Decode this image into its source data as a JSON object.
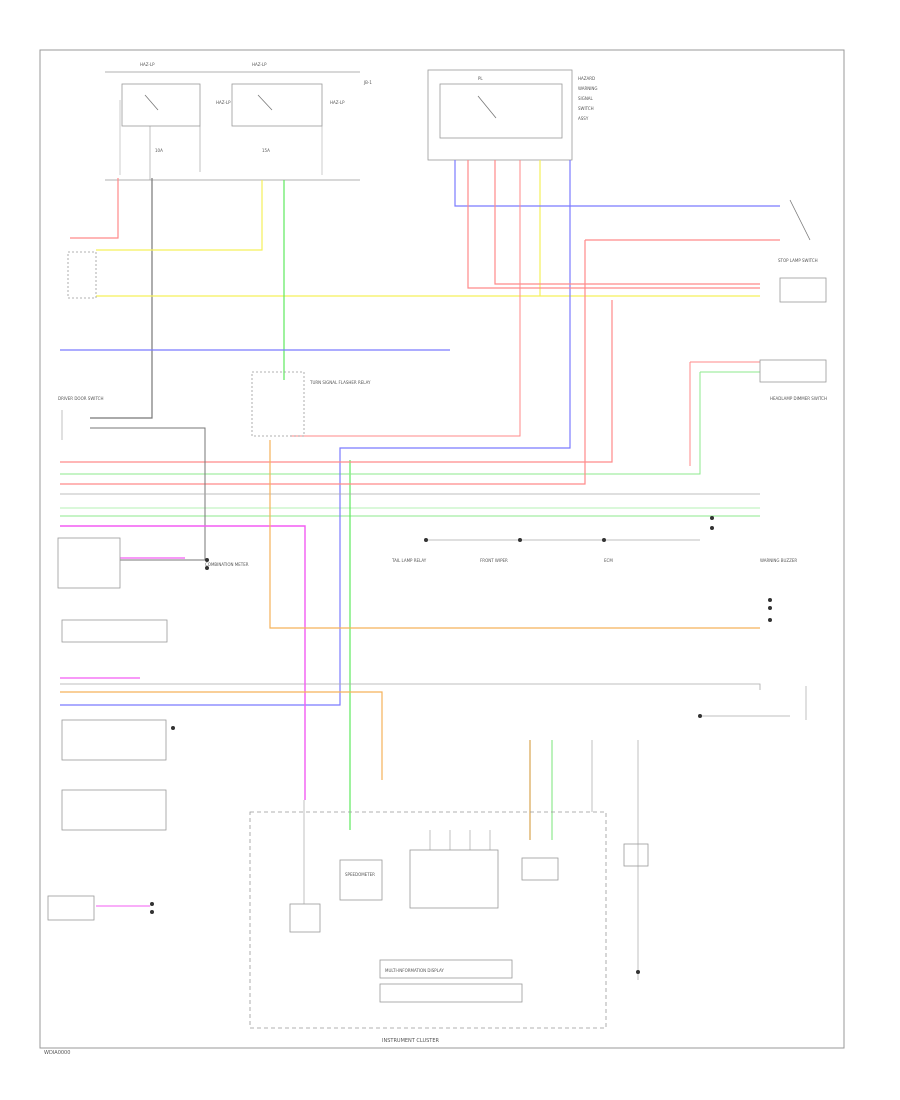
{
  "diagram": {
    "footer_code": "WDIA0000",
    "bottom_caption": "INSTRUMENT CLUSTER",
    "components": {
      "relay_left_top": "HAZ-LP",
      "relay_mid_top": "HAZ-LP",
      "top_right_box": "PL",
      "steering_switch": "TURN SIGNAL FLASHER RELAY",
      "driver_door_switch": "DRIVER DOOR SWITCH",
      "cluster_meter": "COMBINATION METER",
      "tail_lamp_relay": "TAIL LAMP RELAY",
      "cluster_lower": "SPEEDOMETER",
      "front_wiper": "FRONT WIPER",
      "ecm": "ECM",
      "stop_lamp": "STOP LAMP SWITCH",
      "headlamp_dimmer": "HEADLAMP DIMMER SWITCH",
      "warning_module": "WARNING BUZZER",
      "multi_display": "MULTI-INFORMATION DISPLAY"
    }
  }
}
